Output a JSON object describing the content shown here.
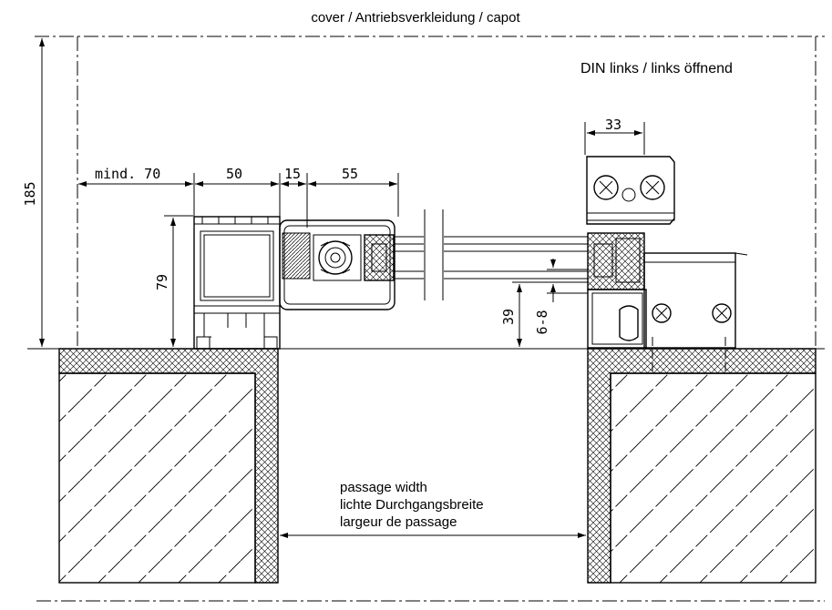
{
  "labels": {
    "cover": "cover / Antriebsverkleidung / capot",
    "din": "DIN links / links öffnend",
    "passage_en": "passage width",
    "passage_de": "lichte Durchgangsbreite",
    "passage_fr": "largeur de passage"
  },
  "dimensions": {
    "overall_height": "185",
    "min_wall": "mind. 70",
    "profile_width": "50",
    "gap": "15",
    "sash": "55",
    "profile_height": "79",
    "bracket_width": "33",
    "floor_clearance": "39",
    "seal_gap": "6-8"
  },
  "colors": {
    "line": "#000000",
    "background": "#ffffff"
  }
}
